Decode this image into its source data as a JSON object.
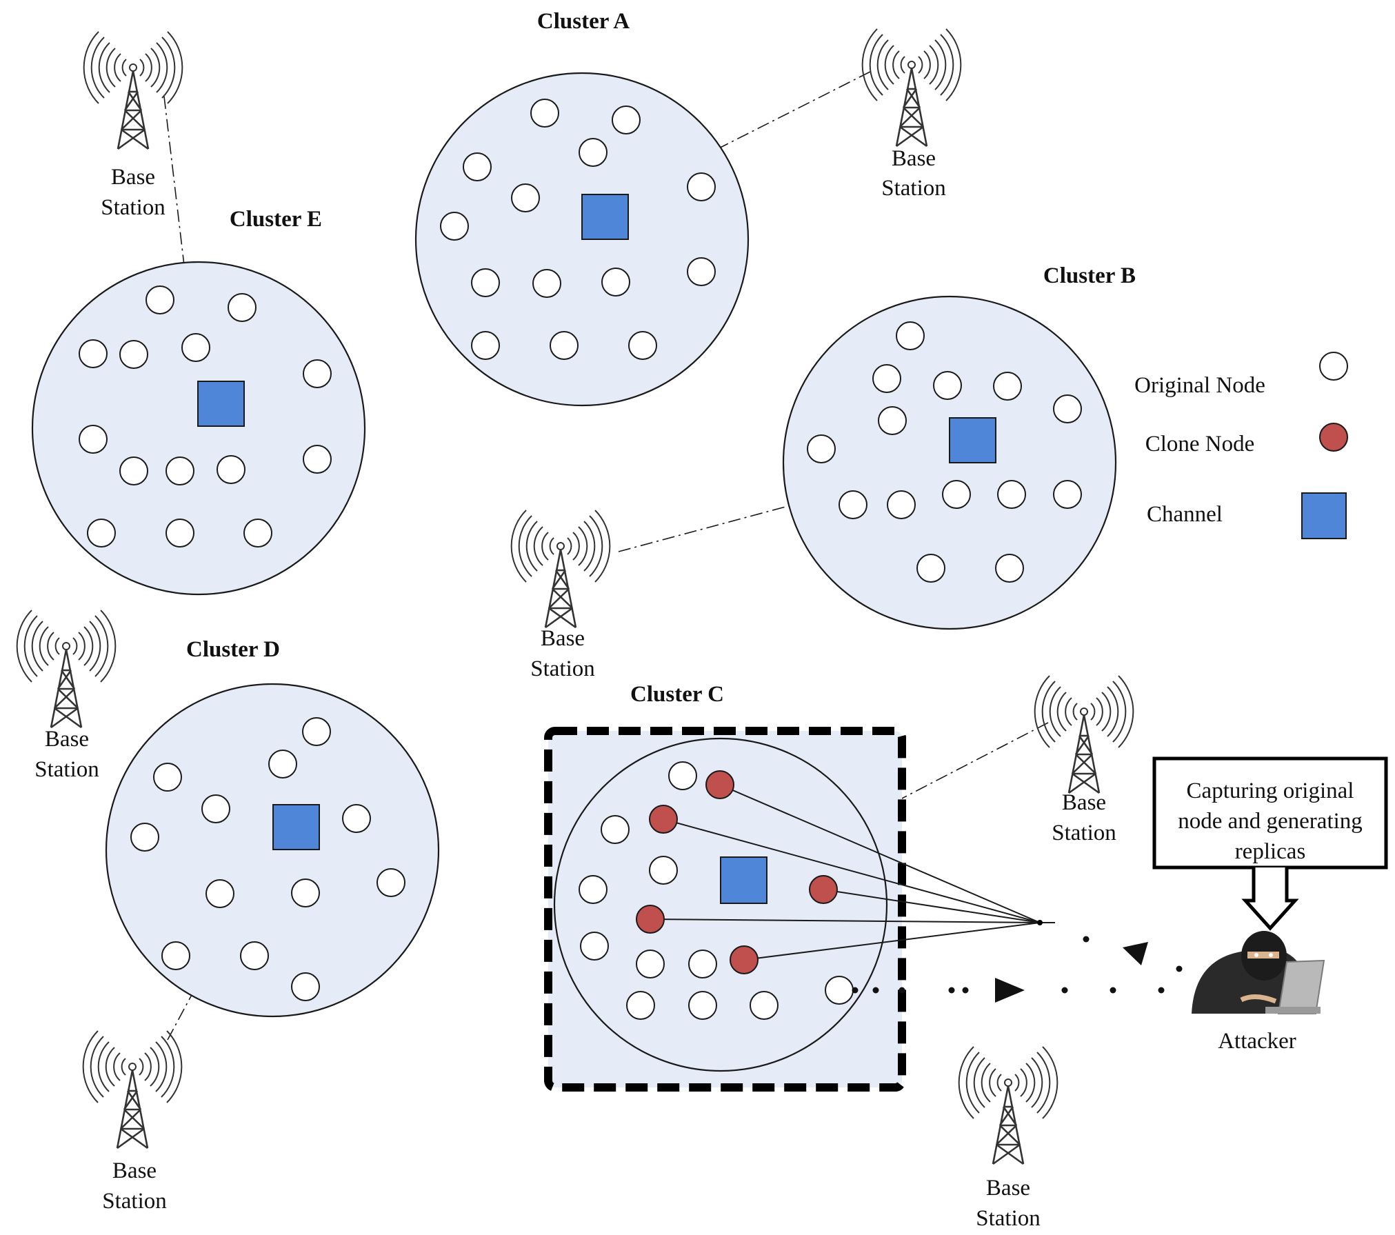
{
  "clusters": {
    "A": {
      "title": "Cluster A"
    },
    "B": {
      "title": "Cluster B"
    },
    "C": {
      "title": "Cluster C"
    },
    "D": {
      "title": "Cluster D"
    },
    "E": {
      "title": "Cluster E"
    }
  },
  "base_station": {
    "line1": "Base",
    "line2": "Station"
  },
  "legend": {
    "original_node": "Original Node",
    "clone_node": "Clone Node",
    "channel": "Channel"
  },
  "callout": {
    "line1": "Capturing original",
    "line2": "node and generating",
    "line3": "replicas"
  },
  "attacker": {
    "label": "Attacker"
  },
  "colors": {
    "cluster_fill": "#e6ecf7",
    "original_node": "#ffffff",
    "clone_node": "#c0504d",
    "channel": "#4f86d8"
  }
}
